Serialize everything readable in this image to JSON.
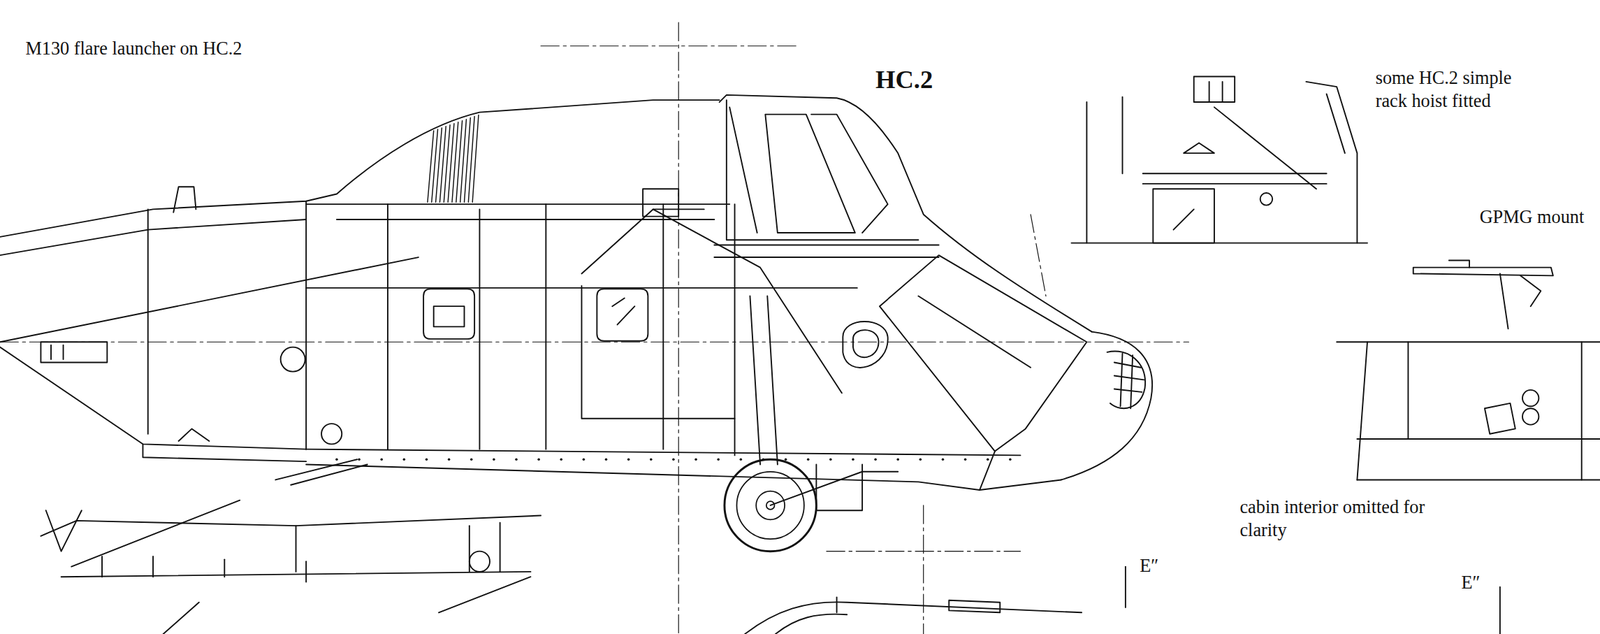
{
  "diagram": {
    "title": "HC.2",
    "labels": [
      "M130 flare launcher on HC.2",
      "some HC.2 simple rack hoist fitted",
      "GPMG mount",
      "cabin interior omitted for clarity",
      "E″",
      "E″"
    ]
  }
}
